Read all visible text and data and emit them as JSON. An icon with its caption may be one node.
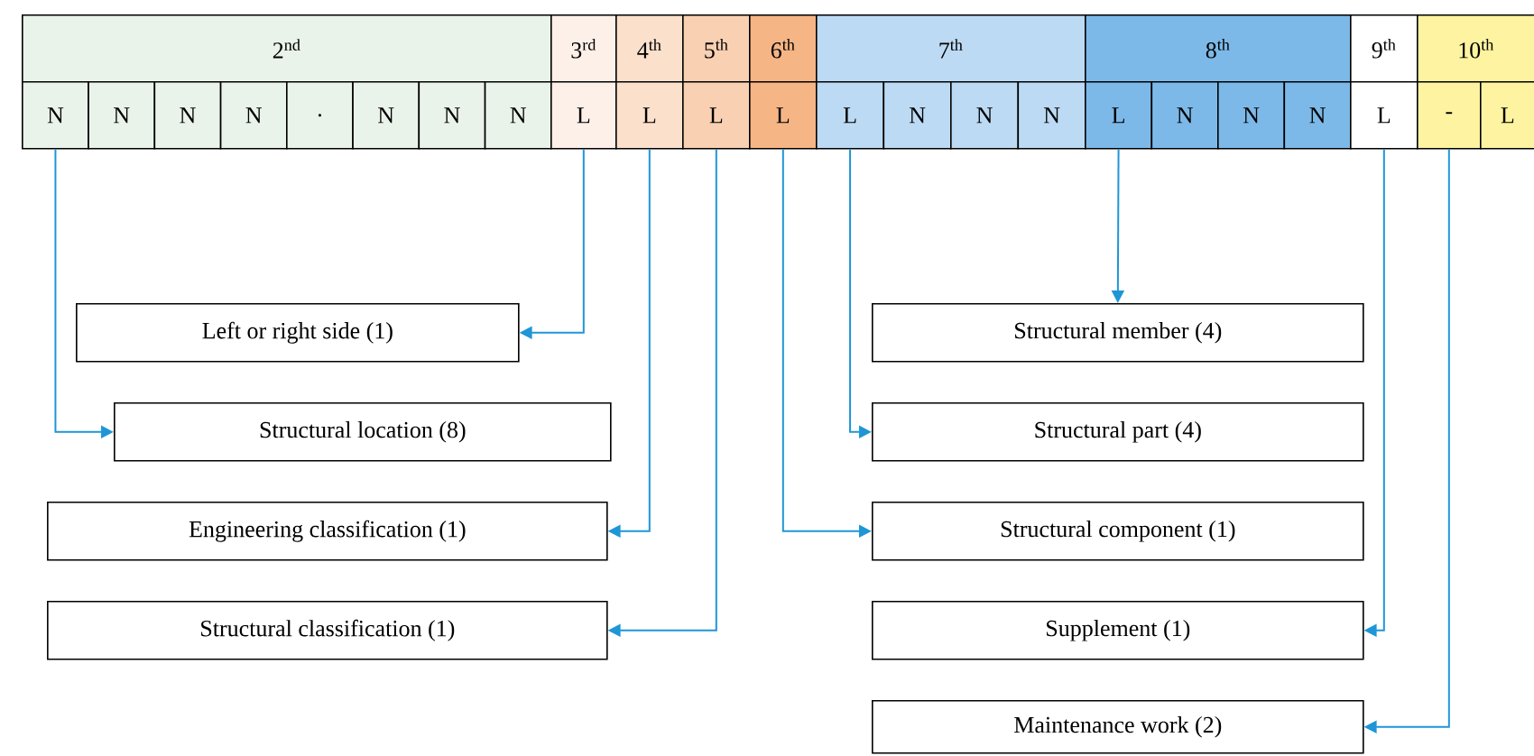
{
  "diagram": {
    "nodes": [
      {
        "text": [
          "2$^{nd}$"
        ]
      },
      {
        "text": [
          "3$^{rd}$"
        ]
      },
      {
        "text": [
          "4$^{th}$"
        ]
      },
      {
        "text": [
          "5$^{th}$"
        ]
      },
      {
        "text": [
          "6$^{th}$"
        ]
      },
      {
        "text": [
          "7$^{th}$"
        ]
      },
      {
        "text": [
          "8$^{th}$"
        ]
      },
      {
        "text": [
          "9$^{th}$"
        ]
      },
      {
        "text": [
          "10$^{th}$"
        ]
      },
      {
        "text": [
          "N"
        ]
      },
      {
        "text": [
          "N"
        ]
      },
      {
        "text": [
          "N"
        ]
      },
      {
        "text": [
          "N"
        ]
      },
      {
        "text": [
          "."
        ]
      },
      {
        "text": [
          "N"
        ]
      },
      {
        "text": [
          "N"
        ]
      },
      {
        "text": [
          "N"
        ]
      },
      {
        "text": [
          "L"
        ]
      },
      {
        "text": [
          "L"
        ]
      },
      {
        "text": [
          "L"
        ]
      },
      {
        "text": [
          "L"
        ]
      },
      {
        "text": [
          "L"
        ]
      },
      {
        "text": [
          "N"
        ]
      },
      {
        "text": [
          "N"
        ]
      },
      {
        "text": [
          "N"
        ]
      },
      {
        "text": [
          "L"
        ]
      },
      {
        "text": [
          "N"
        ]
      },
      {
        "text": [
          "N"
        ]
      },
      {
        "text": [
          "N"
        ]
      },
      {
        "text": [
          "L"
        ]
      },
      {
        "text": [
          "-"
        ]
      },
      {
        "text": [
          "L"
        ]
      },
      {
        "text": [
          "Left or right side (1)"
        ]
      },
      {
        "text": [
          "Structural member (4)"
        ]
      },
      {
        "text": [
          "Structural location (8)"
        ]
      },
      {
        "text": [
          "Structural part (4)"
        ]
      },
      {
        "text": [
          "Engineering classification (1)"
        ]
      },
      {
        "text": [
          "Structural component (1)"
        ]
      },
      {
        "text": [
          "Structural classification (1)"
        ]
      },
      {
        "text": [
          "Supplement (1)"
        ]
      },
      {
        "text": [
          "Maintenance work (2)"
        ]
      }
    ],
    "edges": [
      {
        "from": 9,
        "to": 34,
        "arrow": "to"
      },
      {
        "from": 17,
        "to": 32,
        "arrow": "to"
      },
      {
        "from": 18,
        "to": 36,
        "arrow": "to"
      },
      {
        "from": 19,
        "to": 38,
        "arrow": "to"
      },
      {
        "from": 20,
        "to": 37,
        "arrow": "to"
      },
      {
        "from": 21,
        "to": 35,
        "arrow": "to"
      },
      {
        "from": 25,
        "to": 33,
        "arrow": "to"
      },
      {
        "from": 29,
        "to": 39,
        "arrow": "to"
      },
      {
        "from": 30,
        "to": 40,
        "arrow": "to"
      }
    ]
  }
}
